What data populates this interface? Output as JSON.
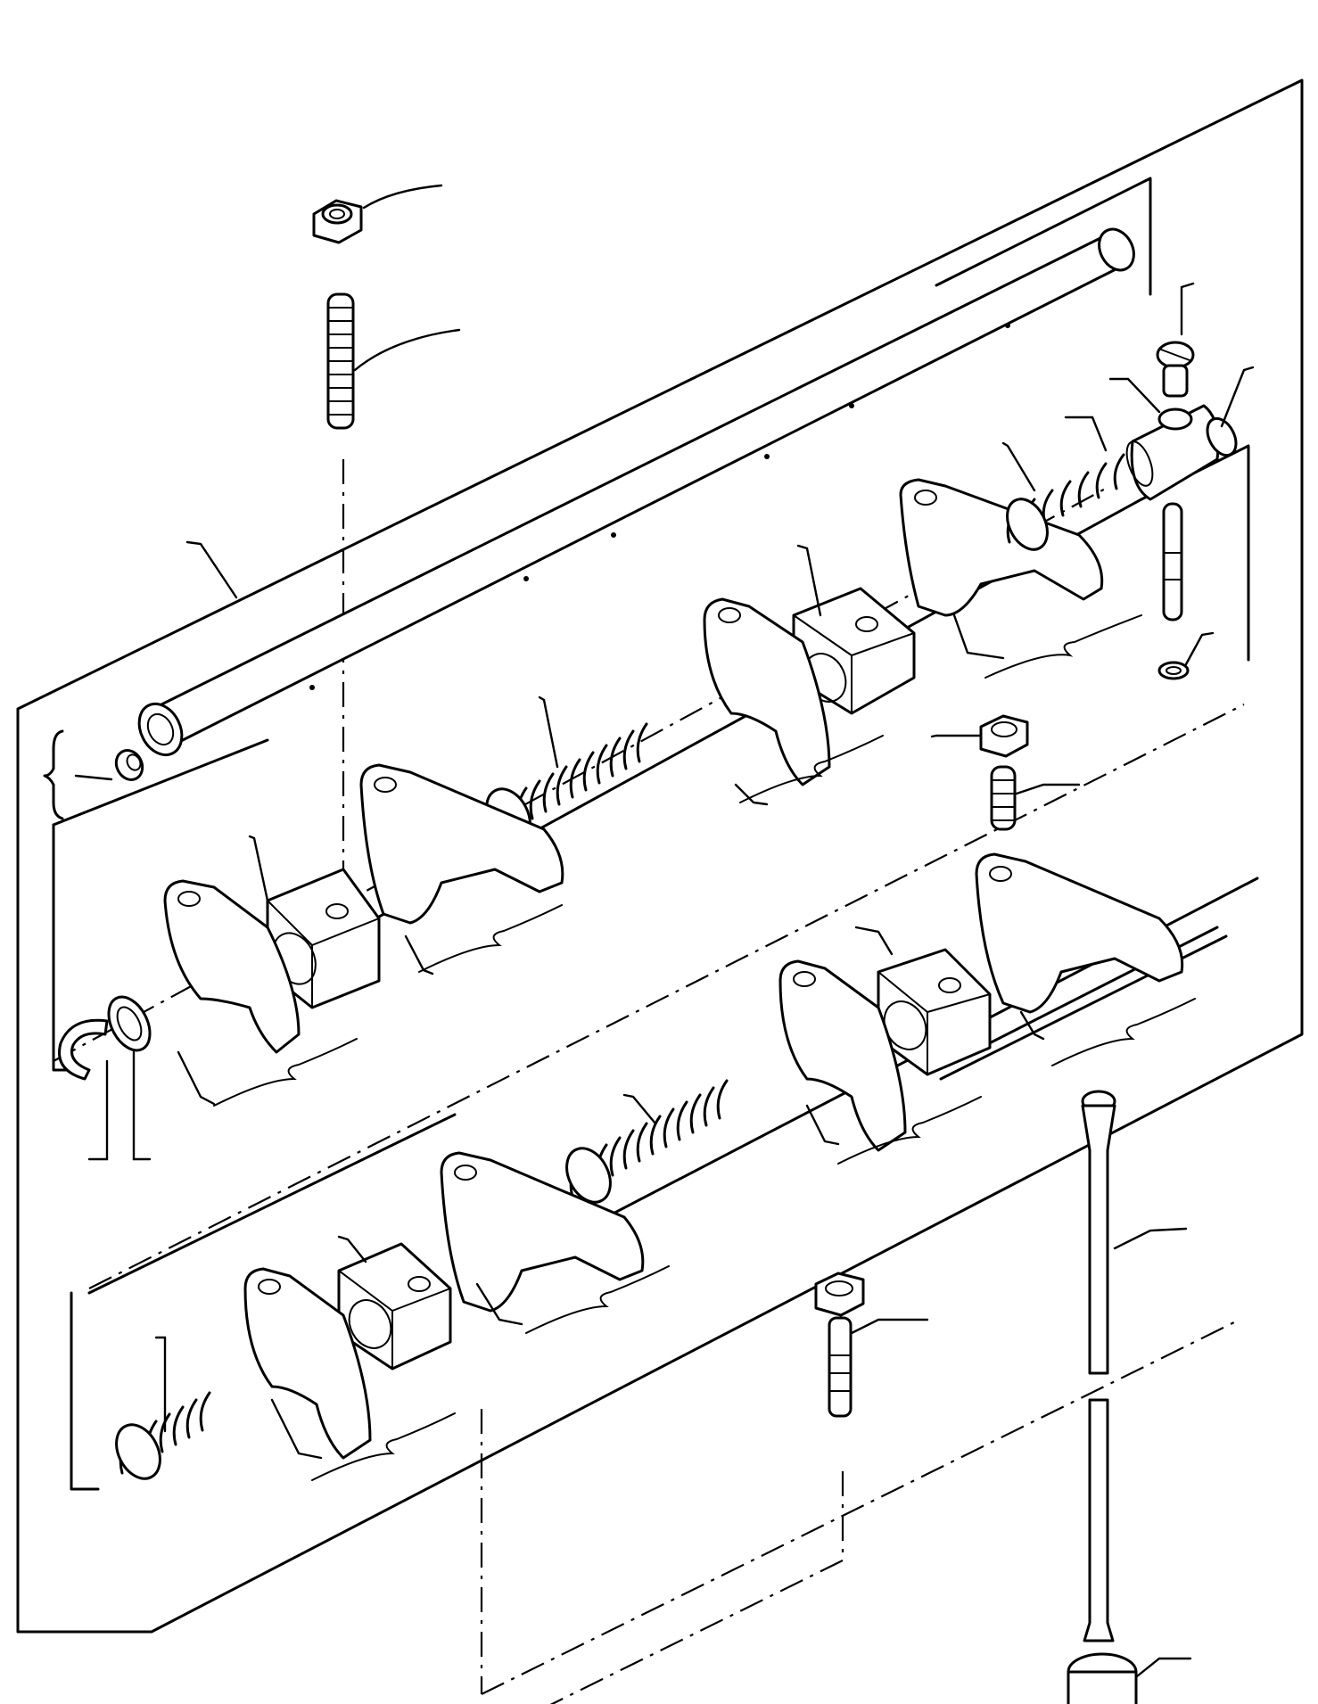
{
  "drawing": {
    "type": "exploded parts view",
    "components": [
      "nut",
      "stud",
      "rocker-shaft",
      "end-plug",
      "shaft-screw",
      "shaft-fitting",
      "oil-tube",
      "sealing-washer",
      "rocker-arm",
      "spacer-spring",
      "shaft-support",
      "adjusting-screw",
      "lock-nut",
      "support-bolt",
      "push-rod",
      "tappet",
      "circlip",
      "washer"
    ],
    "colors": {
      "line": "#000000",
      "background": "#ffffff"
    }
  }
}
